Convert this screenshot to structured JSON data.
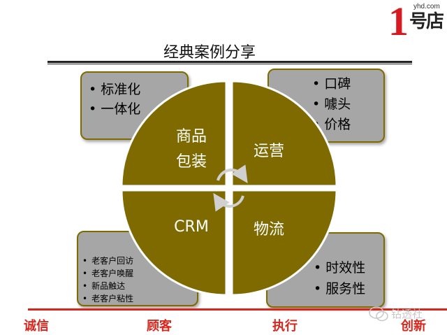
{
  "logo": {
    "one": "1",
    "domain": "yhd.com",
    "chars": "号店"
  },
  "title": "经典案例分享",
  "boxes": {
    "top_left": [
      "标准化",
      "一体化"
    ],
    "top_right": [
      "口碑",
      "噱头",
      "价格"
    ],
    "bottom_left": [
      "老客户回访",
      "老客户唤醒",
      "新品触达",
      "老客户粘性"
    ],
    "bottom_right": [
      "时效性",
      "服务性"
    ]
  },
  "quadrants": {
    "top_left": [
      "商品",
      "包装"
    ],
    "top_right": "运营",
    "bottom_left": "CRM",
    "bottom_right": "物流"
  },
  "bottom_labels": [
    "诚信",
    "顾客",
    "执行",
    "创新"
  ],
  "watermark": "钻透社",
  "colors": {
    "quadrant_fill": "#7f6a00",
    "box_fill": "#a6a6a6",
    "accent_red": "#d9261c"
  },
  "icons": {
    "center": "refresh-cycle-icon",
    "watermark": "wechat-icon"
  }
}
